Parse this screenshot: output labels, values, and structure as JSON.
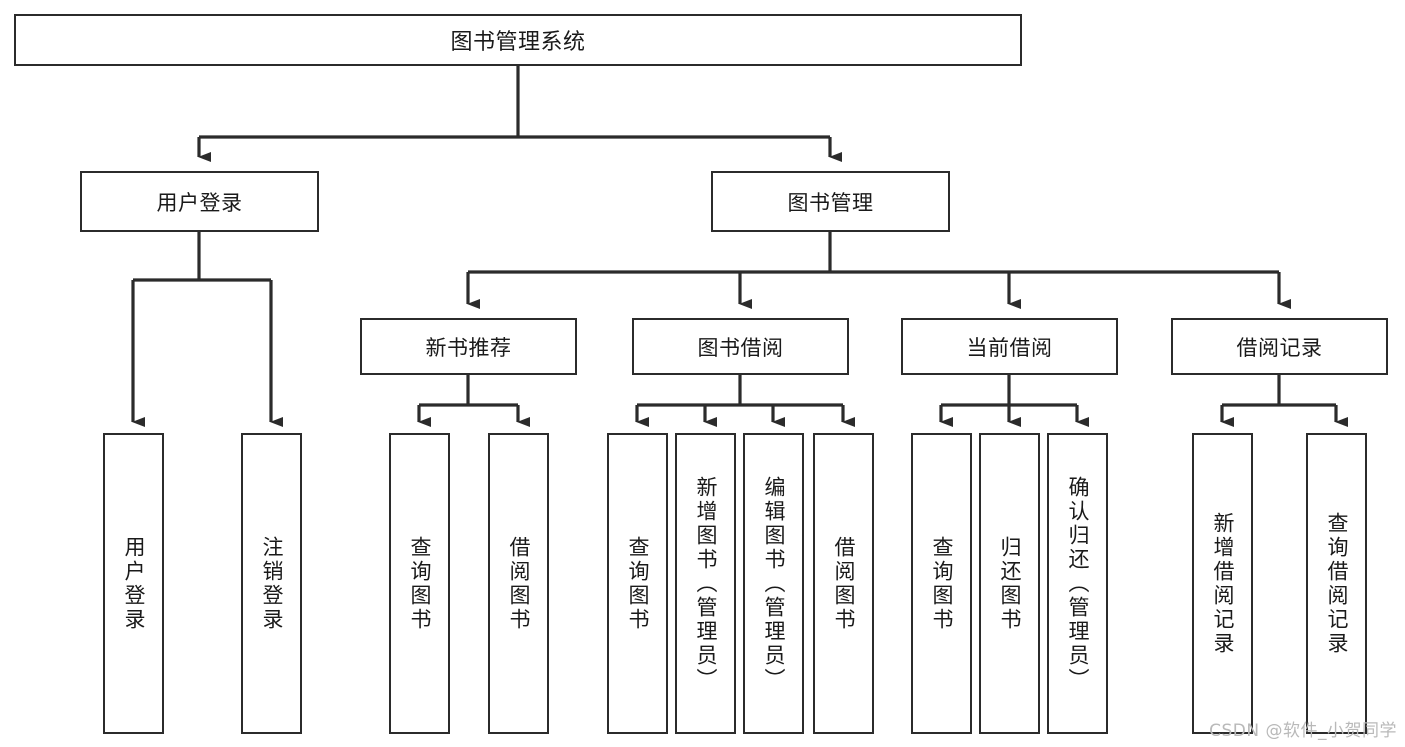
{
  "diagram": {
    "title": "图书管理系统",
    "watermark": "CSDN @软件_小贺同学",
    "colors": {
      "border": "#2b2b2b",
      "background": "#ffffff",
      "text": "#1a1a1a",
      "watermark": "#b9b9b9"
    },
    "levels": {
      "root": {
        "label": "图书管理系统"
      },
      "level2": [
        {
          "label": "用户登录"
        },
        {
          "label": "图书管理"
        }
      ],
      "level3": [
        {
          "label": "新书推荐"
        },
        {
          "label": "图书借阅"
        },
        {
          "label": "当前借阅"
        },
        {
          "label": "借阅记录"
        }
      ],
      "leaves": [
        {
          "label": "用户登录"
        },
        {
          "label": "注销登录"
        },
        {
          "label": "查询图书"
        },
        {
          "label": "借阅图书"
        },
        {
          "label": "查询图书"
        },
        {
          "label": "新增图书（管理员）"
        },
        {
          "label": "编辑图书（管理员）"
        },
        {
          "label": "借阅图书"
        },
        {
          "label": "查询图书"
        },
        {
          "label": "归还图书"
        },
        {
          "label": "确认归还（管理员）"
        },
        {
          "label": "新增借阅记录"
        },
        {
          "label": "查询借阅记录"
        }
      ]
    },
    "tree": {
      "name": "图书管理系统",
      "children": [
        {
          "name": "用户登录",
          "children": [
            {
              "name": "用户登录"
            },
            {
              "name": "注销登录"
            }
          ]
        },
        {
          "name": "图书管理",
          "children": [
            {
              "name": "新书推荐",
              "children": [
                {
                  "name": "查询图书"
                },
                {
                  "name": "借阅图书"
                }
              ]
            },
            {
              "name": "图书借阅",
              "children": [
                {
                  "name": "查询图书"
                },
                {
                  "name": "新增图书（管理员）"
                },
                {
                  "name": "编辑图书（管理员）"
                },
                {
                  "name": "借阅图书"
                }
              ]
            },
            {
              "name": "当前借阅",
              "children": [
                {
                  "name": "查询图书"
                },
                {
                  "name": "归还图书"
                },
                {
                  "name": "确认归还（管理员）"
                }
              ]
            },
            {
              "name": "借阅记录",
              "children": [
                {
                  "name": "新增借阅记录"
                },
                {
                  "name": "查询借阅记录"
                }
              ]
            }
          ]
        }
      ]
    }
  }
}
